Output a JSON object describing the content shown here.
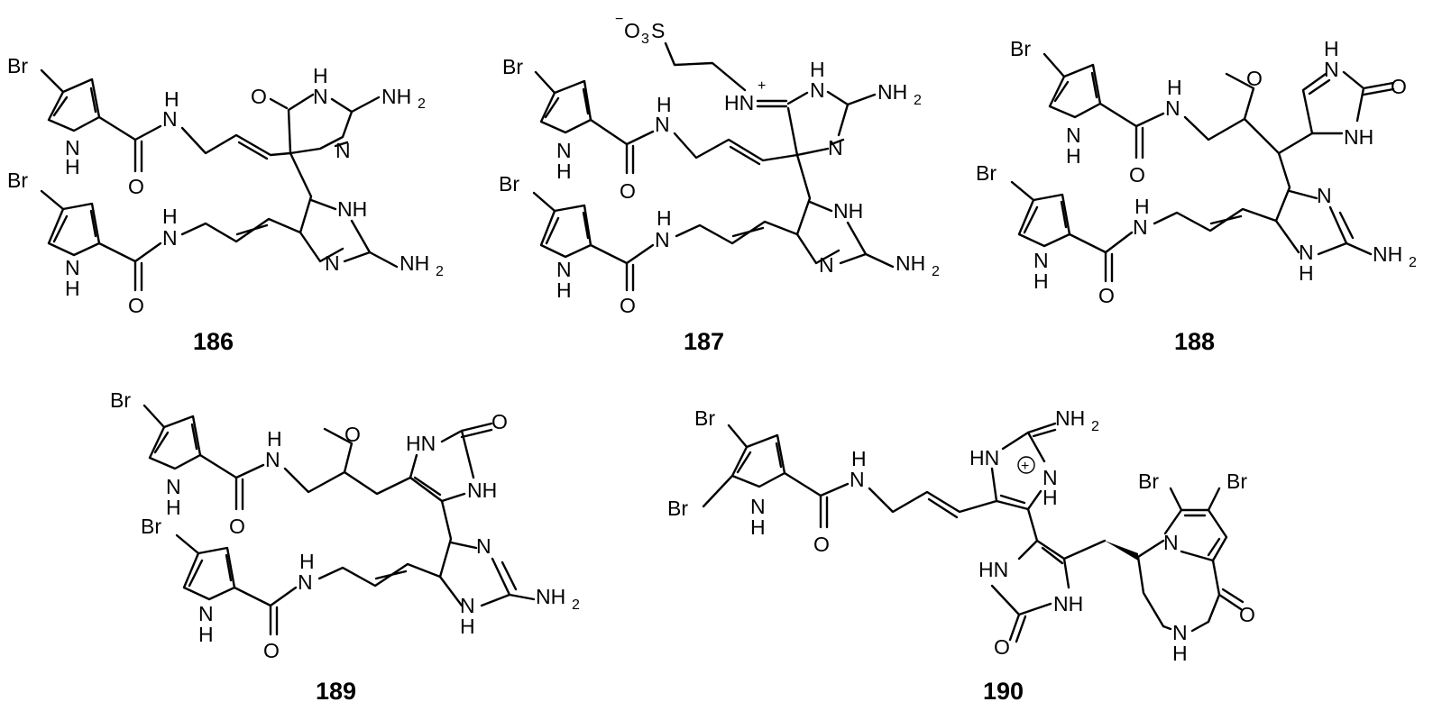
{
  "figure": {
    "compounds": [
      {
        "id": "186",
        "labels": {
          "br1": "Br",
          "nh1": "H",
          "n1": "N",
          "amide_h1": "H",
          "amide_n1": "N",
          "amide_o1": "O",
          "ring_o": "O",
          "ring_nh_h": "H",
          "ring_n1": "N",
          "ring_n2": "N",
          "nh2_top": "NH",
          "nh2_top_sub": "2",
          "imid_nh": "NH",
          "imid_n": "N",
          "nh2_bot": "NH",
          "nh2_bot_sub": "2",
          "br2": "Br",
          "nh2": "H",
          "n2": "N",
          "amide_h2": "H",
          "amide_n2": "N",
          "amide_o2": "O"
        }
      },
      {
        "id": "187",
        "labels": {
          "so3_minus": "−",
          "so3": "O",
          "so3_sub": "3",
          "so3_s": "S",
          "hn_plus": "HN",
          "plus": "+",
          "ring_h": "H",
          "ring_n1": "N",
          "ring_n2": "N",
          "nh2_top": "NH",
          "nh2_top_sub": "2",
          "br1": "Br",
          "nh1": "H",
          "n1": "N",
          "amide_h1": "H",
          "amide_n1": "N",
          "amide_o1": "O",
          "imid_nh": "NH",
          "imid_n": "N",
          "nh2_bot": "NH",
          "nh2_bot_sub": "2",
          "br2": "Br",
          "nh2": "H",
          "n2": "N",
          "amide_h2": "H",
          "amide_n2": "N",
          "amide_o2": "O"
        }
      },
      {
        "id": "188",
        "labels": {
          "br1": "Br",
          "nh1": "H",
          "n1": "N",
          "amide_h1": "H",
          "amide_n1": "N",
          "amide_o1": "O",
          "ome_o": "O",
          "ring_h": "H",
          "ring_n1": "N",
          "ring_o": "O",
          "ring_nh": "NH",
          "br2": "Br",
          "nh2": "H",
          "n2": "N",
          "amide_h2": "H",
          "amide_n2": "N",
          "amide_o2": "O",
          "imid_n": "N",
          "imid_n2": "N",
          "imid_h": "H",
          "nh2_bot": "NH",
          "nh2_bot_sub": "2"
        }
      },
      {
        "id": "189",
        "labels": {
          "br1": "Br",
          "nh1": "H",
          "n1": "N",
          "amide_h1": "H",
          "amide_n1": "N",
          "amide_o1": "O",
          "ome_o": "O",
          "ring_hn": "HN",
          "ring_o": "O",
          "ring_nh": "NH",
          "br2": "Br",
          "nh2": "H",
          "n2": "N",
          "amide_h2": "H",
          "amide_n2": "N",
          "amide_o2": "O",
          "imid_n": "N",
          "imid_n2": "N",
          "imid_h": "H",
          "nh2_bot": "NH",
          "nh2_bot_sub": "2"
        }
      },
      {
        "id": "190",
        "labels": {
          "br1": "Br",
          "br2": "Br",
          "nh1": "H",
          "n1": "N",
          "amide_h1": "H",
          "amide_n1": "N",
          "amide_o1": "O",
          "nh2_top": "NH",
          "nh2_top_sub": "2",
          "hn_top": "HN",
          "plus": "+",
          "n_right": "N",
          "h_right": "H",
          "ring_hn": "HN",
          "ring_o": "O",
          "ring_nh": "NH",
          "br3": "Br",
          "br4": "Br",
          "pyr_n": "N",
          "pip_n": "N",
          "pip_h": "H",
          "pip_o": "O"
        }
      }
    ]
  }
}
